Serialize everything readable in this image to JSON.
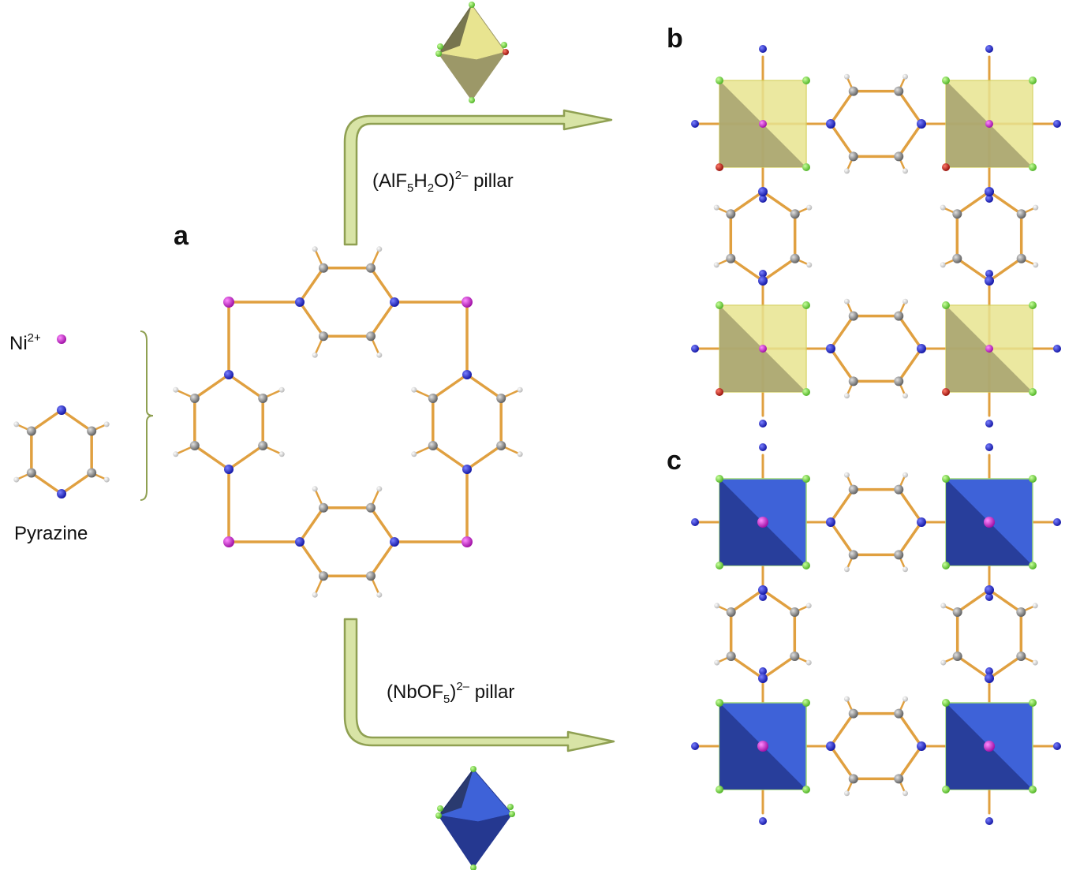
{
  "panels": {
    "a": "a",
    "b": "b",
    "c": "c"
  },
  "legend": {
    "ion": "Ni",
    "ion_charge": "2+",
    "ligand": "Pyrazine"
  },
  "pillar_top": {
    "open": "(AlF",
    "s1": "5",
    "mid": "H",
    "s2": "2",
    "close": "O)",
    "charge": "2–",
    "word": "pillar"
  },
  "pillar_bottom": {
    "open": "(NbOF",
    "s1": "5",
    "close": ")",
    "charge": "2–",
    "word": "pillar"
  },
  "colors": {
    "nickel": "#c21ac8",
    "nitrogen": "#1e22c8",
    "carbon": "#8c8c8c",
    "hydrogen": "#f0f0f0",
    "fluorine": "#7ce64a",
    "oxygen": "#d0170f",
    "bond": "#e0a040",
    "arrow_fill": "#d8e4a6",
    "arrow_stroke": "#8fa052",
    "al_octa": "#e8e490",
    "al_octa_dark": "#9c9868",
    "nb_octa": "#3e62d8",
    "nb_octa_dark": "#253890",
    "brace": "#8fa052"
  }
}
